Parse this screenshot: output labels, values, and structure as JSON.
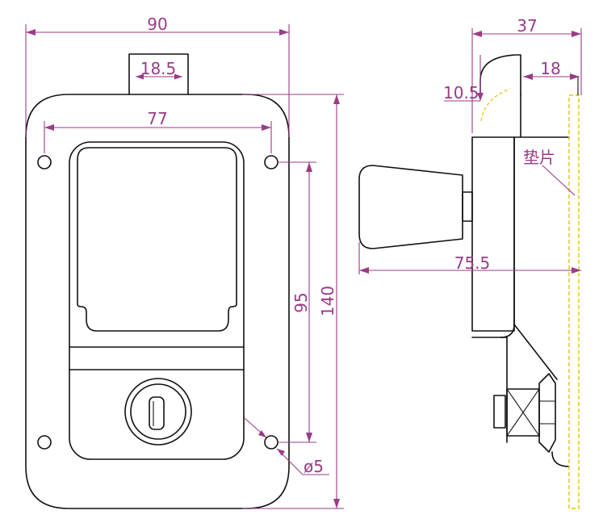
{
  "dimensions": {
    "overall_width": "90",
    "tongue_width": "18.5",
    "hole_spacing_h": "77",
    "hole_spacing_v": "95",
    "overall_height": "140",
    "hole_diameter": "ø5",
    "side_depth": "37",
    "side_offset": "18",
    "side_cam": "10.5",
    "handle_length": "75.5"
  },
  "labels": {
    "gasket": "垫片"
  },
  "colors": {
    "dimension": "#9a3b86",
    "outline": "#111111",
    "gasket": "#e0c600"
  }
}
